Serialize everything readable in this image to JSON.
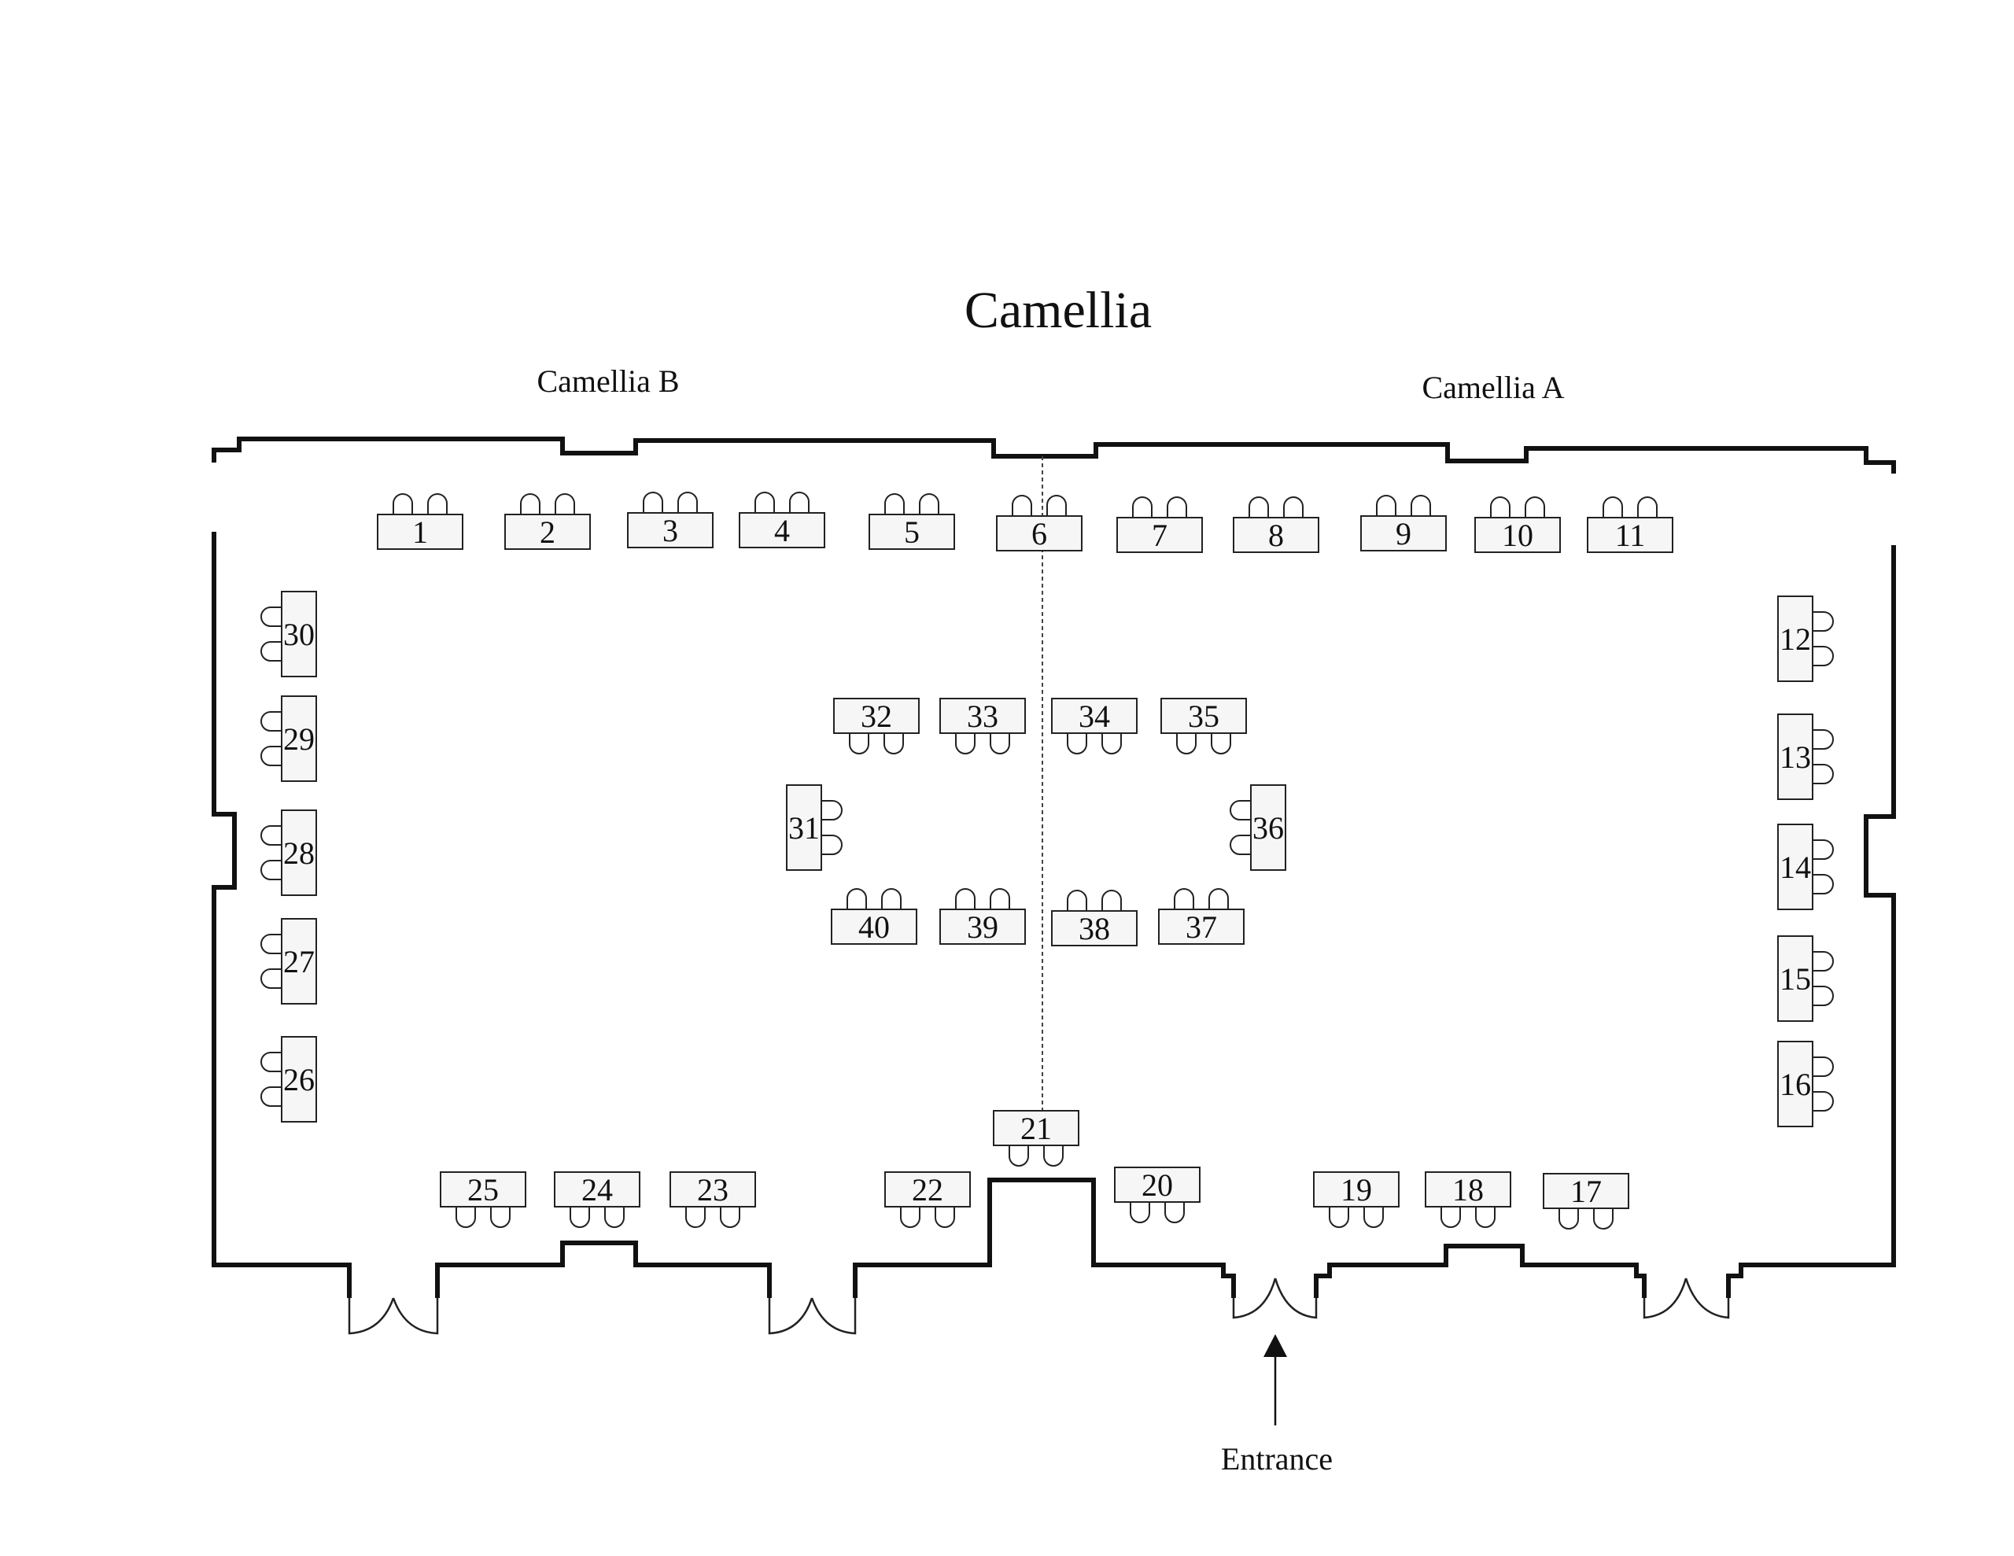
{
  "title": "Camellia",
  "rooms": {
    "left": "Camellia B",
    "right": "Camellia A"
  },
  "entrance_label": "Entrance",
  "tables": [
    {
      "n": "1",
      "side": "top"
    },
    {
      "n": "2",
      "side": "top"
    },
    {
      "n": "3",
      "side": "top"
    },
    {
      "n": "4",
      "side": "top"
    },
    {
      "n": "5",
      "side": "top"
    },
    {
      "n": "6",
      "side": "top"
    },
    {
      "n": "7",
      "side": "top"
    },
    {
      "n": "8",
      "side": "top"
    },
    {
      "n": "9",
      "side": "top"
    },
    {
      "n": "10",
      "side": "top"
    },
    {
      "n": "11",
      "side": "top"
    },
    {
      "n": "12",
      "side": "right"
    },
    {
      "n": "13",
      "side": "right"
    },
    {
      "n": "14",
      "side": "right"
    },
    {
      "n": "15",
      "side": "right"
    },
    {
      "n": "16",
      "side": "right"
    },
    {
      "n": "17",
      "side": "bottom"
    },
    {
      "n": "18",
      "side": "bottom"
    },
    {
      "n": "19",
      "side": "bottom"
    },
    {
      "n": "20",
      "side": "bottom"
    },
    {
      "n": "21",
      "side": "bottom"
    },
    {
      "n": "22",
      "side": "bottom"
    },
    {
      "n": "23",
      "side": "bottom"
    },
    {
      "n": "24",
      "side": "bottom"
    },
    {
      "n": "25",
      "side": "bottom"
    },
    {
      "n": "26",
      "side": "left"
    },
    {
      "n": "27",
      "side": "left"
    },
    {
      "n": "28",
      "side": "left"
    },
    {
      "n": "29",
      "side": "left"
    },
    {
      "n": "30",
      "side": "left"
    },
    {
      "n": "31",
      "side": "right"
    },
    {
      "n": "32",
      "side": "bottom"
    },
    {
      "n": "33",
      "side": "bottom"
    },
    {
      "n": "34",
      "side": "bottom"
    },
    {
      "n": "35",
      "side": "bottom"
    },
    {
      "n": "36",
      "side": "left"
    },
    {
      "n": "37",
      "side": "top"
    },
    {
      "n": "38",
      "side": "top"
    },
    {
      "n": "39",
      "side": "top"
    },
    {
      "n": "40",
      "side": "top"
    }
  ]
}
